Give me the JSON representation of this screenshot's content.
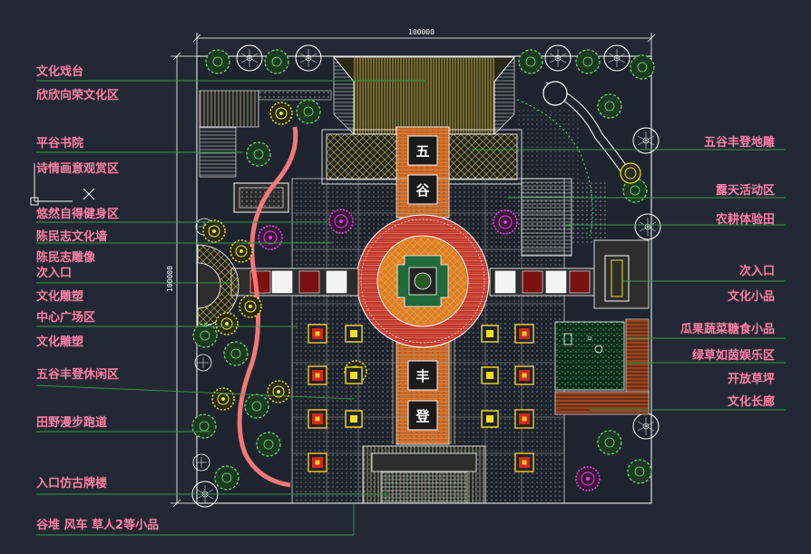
{
  "dimensions": {
    "width_label": "100000",
    "height_label": "100000"
  },
  "colors": {
    "background": "#222833",
    "label": "#ff7fa8",
    "leader": "#2f9e44",
    "outline": "#ffffff"
  },
  "plaza_glyphs": [
    "五",
    "谷",
    "丰",
    "登"
  ],
  "labels_left": [
    {
      "id": "wenhua-xitai",
      "text": "文化戏台"
    },
    {
      "id": "xinxin-xiangrong",
      "text": "欣欣向荣文化区"
    },
    {
      "id": "pinggu-shuyuan",
      "text": "平谷书院"
    },
    {
      "id": "shiqing-huayi",
      "text": "诗情画意观赏区"
    },
    {
      "id": "youran-zide",
      "text": "悠然自得健身区"
    },
    {
      "id": "chenminzhi-wall",
      "text": "陈民志文化墙"
    },
    {
      "id": "chenminzhi-statue",
      "text": "陈民志雕像"
    },
    {
      "id": "side-entrance-left",
      "text": "次入口"
    },
    {
      "id": "sculpture-1",
      "text": "文化雕塑"
    },
    {
      "id": "central-plaza",
      "text": "中心广场区"
    },
    {
      "id": "sculpture-2",
      "text": "文化雕塑"
    },
    {
      "id": "wugu-leisure",
      "text": "五谷丰登休闲区"
    },
    {
      "id": "field-trail",
      "text": "田野漫步跑道"
    },
    {
      "id": "entrance-archway",
      "text": "入口仿古牌楼"
    },
    {
      "id": "grain-piles",
      "text": "谷堆  风车  草人2等小品"
    }
  ],
  "labels_right": [
    {
      "id": "wugu-relief",
      "text": "五谷丰登地雕"
    },
    {
      "id": "open-air-area",
      "text": "露天活动区"
    },
    {
      "id": "farming-field",
      "text": "农耕体验田"
    },
    {
      "id": "side-entrance-right",
      "text": "次入口"
    },
    {
      "id": "culture-features",
      "text": "文化小品"
    },
    {
      "id": "melon-fruit",
      "text": "瓜果蔬菜糖食小品"
    },
    {
      "id": "green-lawn",
      "text": "绿草如茵娱乐区"
    },
    {
      "id": "open-lawn",
      "text": "开放草坪"
    },
    {
      "id": "culture-corridor",
      "text": "文化长廊"
    }
  ]
}
